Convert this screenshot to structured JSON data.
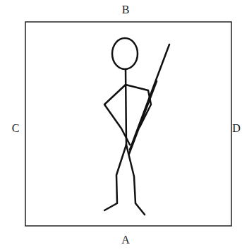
{
  "diagram": {
    "labels": [
      "B",
      "C",
      "D",
      "A"
    ]
  }
}
